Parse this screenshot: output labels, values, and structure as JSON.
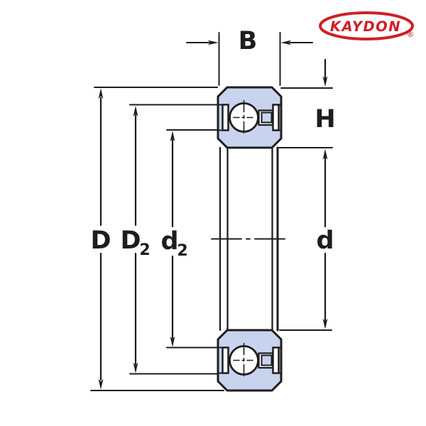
{
  "logo": {
    "brand": "KAYDON",
    "registered_mark": "®",
    "color": "#cf2028"
  },
  "dimensions": {
    "width": {
      "label": "B"
    },
    "height": {
      "label": "H"
    },
    "outer_diameter": {
      "label": "D"
    },
    "outer_land_diameter": {
      "base": "D",
      "sub": "2"
    },
    "inner_land_diameter": {
      "base": "d",
      "sub": "2"
    },
    "bore_diameter": {
      "label": "d"
    }
  },
  "colors": {
    "line": "#1d1d1f",
    "bearing_fill": "#c8d3ee",
    "ball_fill": "#ffffff",
    "background": "#ffffff",
    "logo_red": "#cf2028"
  }
}
